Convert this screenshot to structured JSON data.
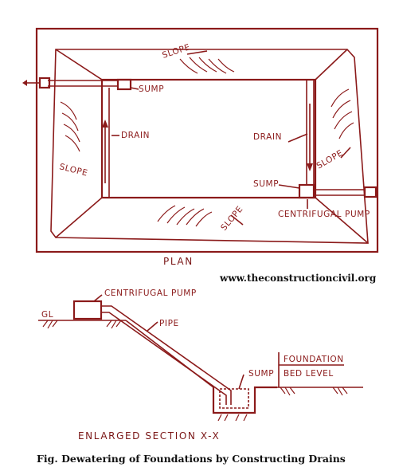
{
  "plan": {
    "title": "PLAN",
    "labels": {
      "slope_top": "SLOPE",
      "slope_left": "SLOPE",
      "slope_right": "SLOPE",
      "slope_bottom": "SLOPE",
      "sump_left": "SUMP",
      "sump_right": "SUMP",
      "drain_left": "DRAIN",
      "drain_right": "DRAIN",
      "centrifugal_pump": "CENTRIFUGAL PUMP"
    }
  },
  "section": {
    "title": "ENLARGED SECTION X-X",
    "labels": {
      "centrifugal_pump": "CENTRIFUGAL PUMP",
      "gl": "GL",
      "pipe": "PIPE",
      "sump": "SUMP",
      "foundation": "FOUNDATION",
      "bed_level": "BED LEVEL"
    }
  },
  "website": "www.theconstructioncivil.org",
  "caption": "Fig. Dewatering of Foundations by Constructing Drains",
  "colors": {
    "ink": "#8b1a1a",
    "text": "#111111",
    "background": "#ffffff"
  }
}
